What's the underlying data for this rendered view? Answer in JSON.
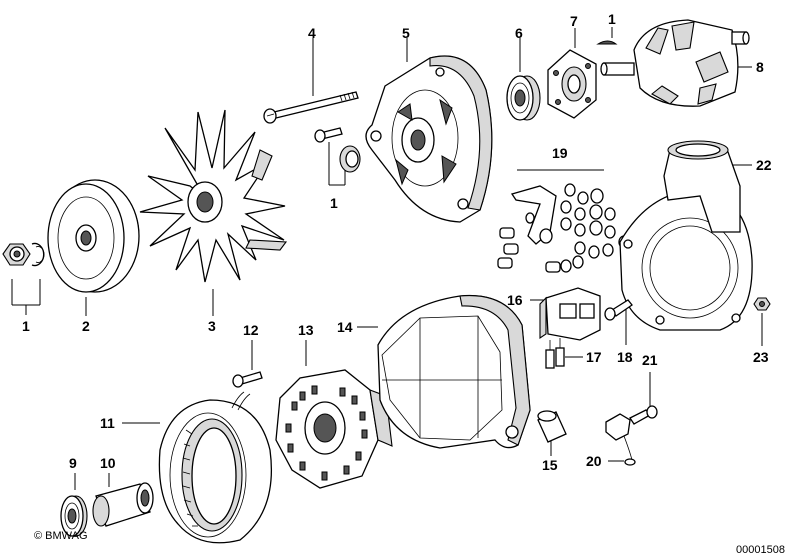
{
  "diagram": {
    "labels": {
      "l1_fan": "1",
      "l1_screws": "1",
      "l1_nut": "1",
      "l2": "2",
      "l3": "3",
      "l4": "4",
      "l5": "5",
      "l6": "6",
      "l7": "7",
      "l8": "8",
      "l9": "9",
      "l10": "10",
      "l11": "11",
      "l12": "12",
      "l13": "13",
      "l14": "14",
      "l15": "15",
      "l16": "16",
      "l17": "17",
      "l18": "18",
      "l19": "19",
      "l20": "20",
      "l21": "21",
      "l22": "22",
      "l23": "23"
    },
    "copyright": "© BMWAG",
    "doc_number": "00001508"
  }
}
